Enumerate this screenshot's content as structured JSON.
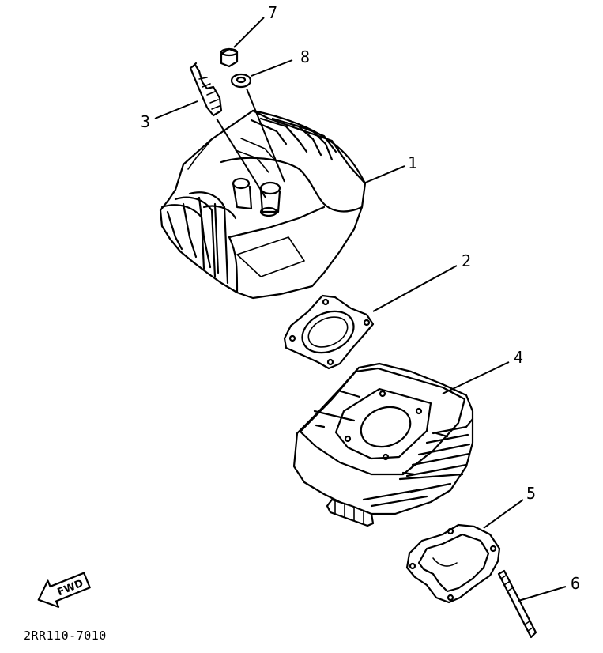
{
  "diagram": {
    "callouts": [
      {
        "id": "1",
        "label": "1"
      },
      {
        "id": "2",
        "label": "2"
      },
      {
        "id": "3",
        "label": "3"
      },
      {
        "id": "4",
        "label": "4"
      },
      {
        "id": "5",
        "label": "5"
      },
      {
        "id": "6",
        "label": "6"
      },
      {
        "id": "7",
        "label": "7"
      },
      {
        "id": "8",
        "label": "8"
      }
    ],
    "direction_arrow": {
      "label": "FWD",
      "icon": "fwd-arrow-icon"
    },
    "drawing_code": "2RR110-7010"
  }
}
